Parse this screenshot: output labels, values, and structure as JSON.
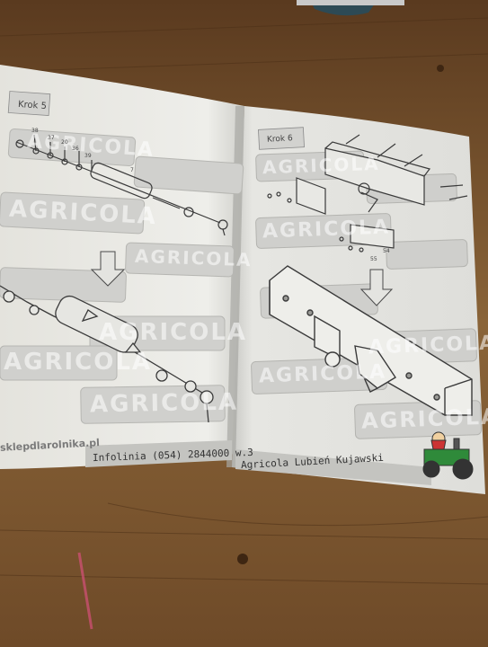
{
  "booklet": {
    "left_page": {
      "step_label": "Krok 5",
      "part_numbers": [
        "38",
        "37",
        "20",
        "36",
        "39",
        "7"
      ],
      "watermark": "AGRICOLA",
      "footer_site": "sklepdlarolnika.pl",
      "footer_phone": "Infolinia (054) 2844000 w.3"
    },
    "right_page": {
      "step_label": "Krok 6",
      "part_numbers": [
        "55",
        "54"
      ],
      "watermark": "AGRICOLA",
      "footer_company": "Agricola Lubień Kujawski"
    }
  },
  "colors": {
    "table_wood": "#7a5530",
    "paper_left": "#ecebe6",
    "paper_right": "#e6e6e3",
    "watermark_box": "#cfcfcf",
    "line_art": "#3a3a3a"
  }
}
